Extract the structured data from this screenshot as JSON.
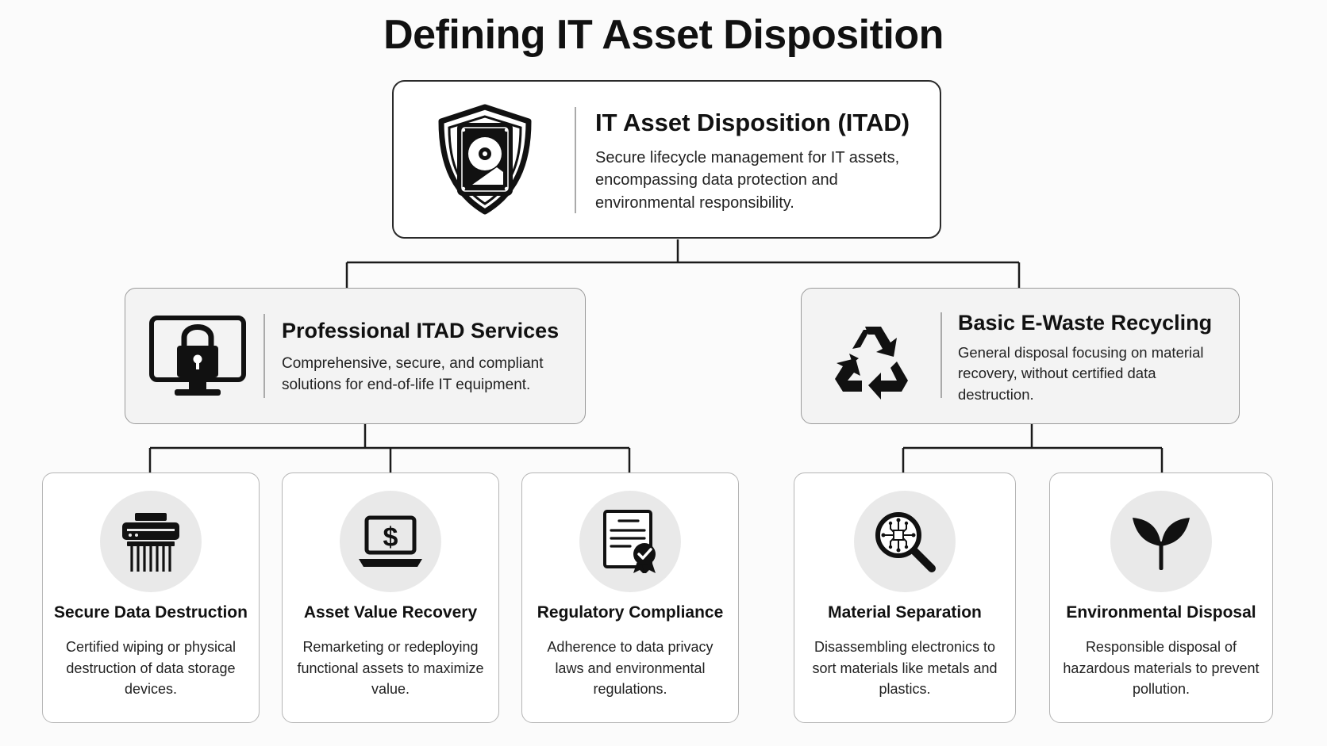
{
  "title": "Defining IT Asset Disposition",
  "root": {
    "title": "IT Asset Disposition (ITAD)",
    "description": "Secure lifecycle management for IT assets, encompassing data protection and environmental responsibility.",
    "icon": "shield-hard-drive-icon"
  },
  "professional": {
    "title": "Professional ITAD Services",
    "description": "Comprehensive, secure, and compliant solutions for end-of-life IT equipment.",
    "icon": "monitor-lock-icon",
    "children": [
      {
        "title": "Secure Data Destruction",
        "description": "Certified wiping or physical destruction of data storage devices.",
        "icon": "shredder-icon"
      },
      {
        "title": "Asset Value Recovery",
        "description": "Remarketing or redeploying functional assets to maximize value.",
        "icon": "laptop-dollar-icon"
      },
      {
        "title": "Regulatory Compliance",
        "description": "Adherence to data privacy laws and environmental regulations.",
        "icon": "certificate-icon"
      }
    ]
  },
  "basic": {
    "title": "Basic E-Waste Recycling",
    "description": "General disposal focusing on material recovery, without certified data destruction.",
    "icon": "recycle-icon",
    "children": [
      {
        "title": "Material Separation",
        "description": "Disassembling electronics to sort materials like metals and plastics.",
        "icon": "magnifier-circuit-icon"
      },
      {
        "title": "Environmental Disposal",
        "description": "Responsible disposal of hazardous materials to prevent pollution.",
        "icon": "leaf-sprout-icon"
      }
    ]
  }
}
